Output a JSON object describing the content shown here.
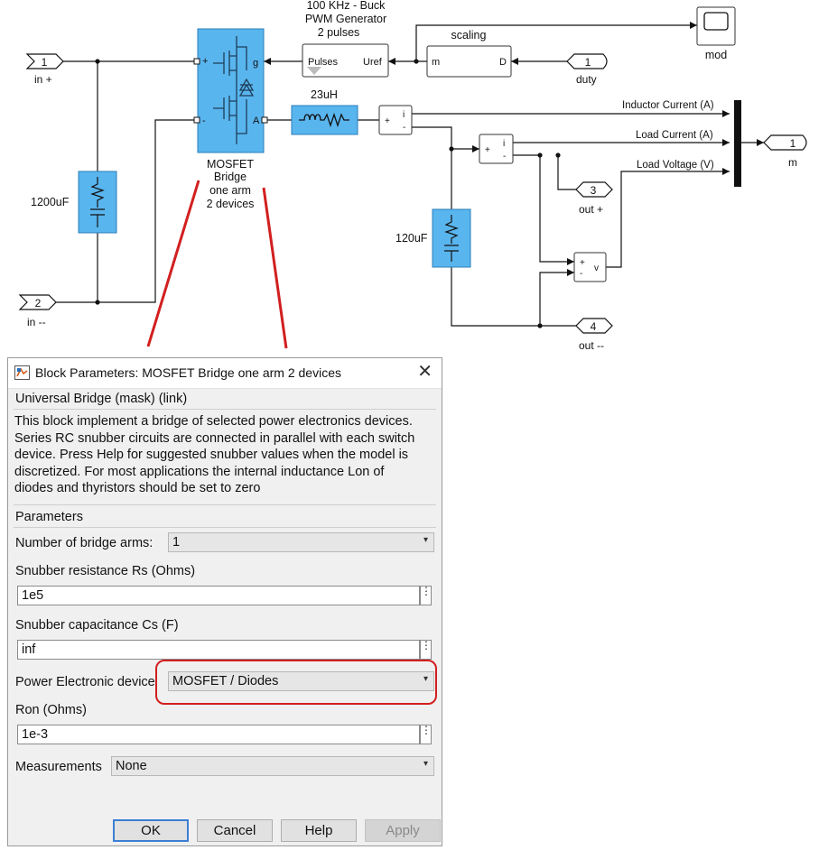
{
  "diagram": {
    "ports": {
      "in_plus": {
        "num": "1",
        "label": "in +"
      },
      "in_minus": {
        "num": "2",
        "label": "in --"
      },
      "duty": {
        "num": "1",
        "label": "duty"
      },
      "out_plus": {
        "num": "3",
        "label": "out +"
      },
      "out_minus": {
        "num": "4",
        "label": "out --"
      },
      "m_out": {
        "num": "1",
        "label": "m"
      }
    },
    "mosfet_block": {
      "label_lines": [
        "MOSFET",
        "Bridge",
        "one arm",
        "2 devices"
      ],
      "port_plus": "+",
      "port_minus": "-",
      "port_g": "g",
      "port_a": "A"
    },
    "pwm_block": {
      "title_lines": [
        "100 KHz - Buck",
        "PWM Generator",
        "2 pulses"
      ],
      "in_port": "Uref",
      "out_port": "Pulses"
    },
    "scaling_block": {
      "title": "scaling",
      "in_port": "D",
      "out_port": "m"
    },
    "scope_label": "mod",
    "inductor_label": "23uH",
    "cap_in_label": "1200uF",
    "cap_out_label": "120uF",
    "meter_i_label": "i",
    "meter_v_label": "v",
    "meter_plus": "+",
    "meter_minus": "-",
    "bus_signals": [
      "Inductor Current (A)",
      "Load Current (A)",
      "Load Voltage (V)"
    ]
  },
  "dialog": {
    "title": "Block Parameters: MOSFET Bridge one arm 2 devices",
    "close_glyph": "✕",
    "mask_title": "Universal Bridge (mask) (link)",
    "description_lines": [
      "This block implement a bridge of selected power electronics devices.",
      "Series RC snubber circuits are connected in parallel with each switch",
      "device.  Press Help for suggested snubber values when the model is",
      "discretized. For most applications the internal inductance Lon of",
      "diodes and thyristors should be set to zero"
    ],
    "parameters_heading": "Parameters",
    "num_arms_label": "Number of bridge arms:",
    "num_arms_value": "1",
    "rs_label": "Snubber resistance Rs (Ohms)",
    "rs_value": "1e5",
    "cs_label": "Snubber capacitance Cs (F)",
    "cs_value": "inf",
    "device_label": "Power Electronic device",
    "device_value": "MOSFET / Diodes",
    "ron_label": "Ron (Ohms)",
    "ron_value": "1e-3",
    "meas_label": "Measurements",
    "meas_value": "None",
    "dots_glyph": "⋮",
    "arrow_glyph": "▾",
    "buttons": {
      "ok": "OK",
      "cancel": "Cancel",
      "help": "Help",
      "apply": "Apply"
    }
  },
  "colors": {
    "block_blue": "#59b5ee",
    "highlight_red": "#d21f1f",
    "primary_button_border": "#3b7fd4"
  }
}
